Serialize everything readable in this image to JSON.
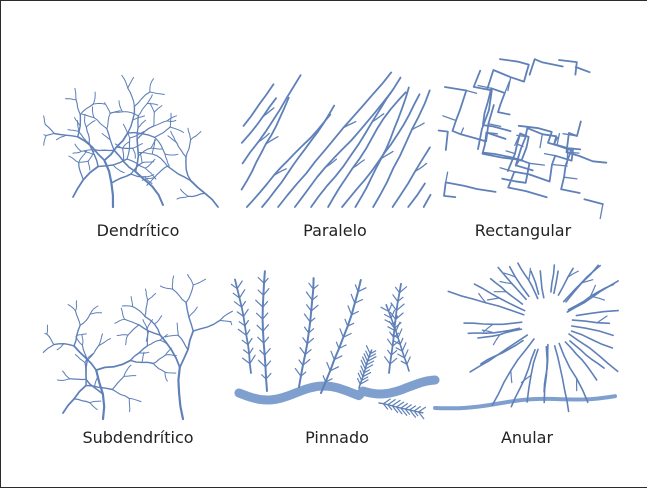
{
  "colors": {
    "drainage": "#5f80b8",
    "river": "#7f9fce",
    "border": "#2b2b2b",
    "text": "#222222"
  },
  "patterns": [
    {
      "id": "dendritic",
      "label": "Dendrítico"
    },
    {
      "id": "parallel",
      "label": "Paralelo"
    },
    {
      "id": "rectangular",
      "label": "Rectangular"
    },
    {
      "id": "subdendritic",
      "label": "Subdendrítico"
    },
    {
      "id": "pinnate",
      "label": "Pinnado"
    },
    {
      "id": "annular",
      "label": "Anular"
    }
  ]
}
